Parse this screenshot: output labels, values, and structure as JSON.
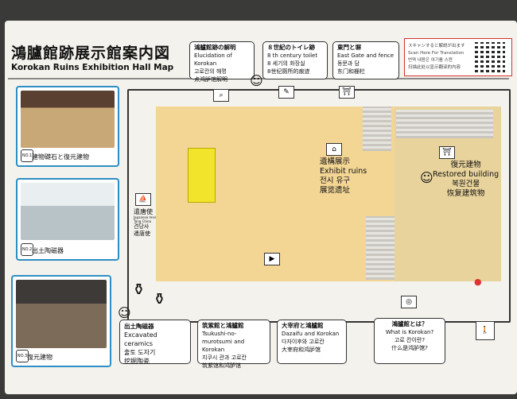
{
  "title_jp": "鴻臚館跡展示館案内図",
  "title_en": "Korokan Ruins Exhibition Hall Map",
  "top_panels": [
    {
      "jp": "鴻臚館跡の解明",
      "en": "Elucidation of Korokan",
      "ko": "고로칸의 해명",
      "zh": "点鸿胪馆解明"
    },
    {
      "jp": "８世紀のトイレ跡",
      "en": "8 th century toilet",
      "ko": "8 세기의 화장실",
      "zh": "8世纪厕所的痕迹"
    },
    {
      "jp": "東門と塀",
      "en": "East Gate and fence",
      "ko": "동문과 담",
      "zh": "东门和栅栏"
    }
  ],
  "qr_panel": {
    "line1": "スキャンすると解説が出ます",
    "line2": "Scan Here For Translation",
    "line3": "번역 내용은 여기를 스캔",
    "line4": "扫描此处以显示翻译的内容"
  },
  "photos": [
    {
      "caption": "建物礎石と復元建物",
      "badge": "NO.1"
    },
    {
      "caption": "出土陶磁器",
      "badge": "NO.2"
    },
    {
      "caption": "復元建物",
      "badge": "NO.3"
    }
  ],
  "envoy_label": {
    "jp": "遣唐使",
    "en": "Japanese missions to Tang China",
    "ko": "견당사",
    "zh": "遣唐使"
  },
  "ruins_label": {
    "jp": "遺構展示",
    "en": "Exhibit ruins",
    "ko": "전시 유구",
    "zh": "展览遗址"
  },
  "restored_label": {
    "jp": "復元建物",
    "en": "Restored building",
    "ko": "복원건물",
    "zh": "恢复建筑物"
  },
  "bottom_panels": [
    {
      "jp": "出土陶磁器",
      "en": "Excavated ceramics",
      "ko": "출토 도자기",
      "zh": "挖掘陶瓷"
    },
    {
      "jp": "筑紫館と鴻臚館",
      "en": "Tsukushi-no-murotsumi and Korokan",
      "ko": "지쿠시 관과 고로칸",
      "zh": "筑紫馆和鸿胪馆"
    },
    {
      "jp": "大宰府と鴻臚館",
      "en": "Dazaifu and Korokan",
      "ko": "다자이후와 고로칸",
      "zh": "大宰府和鸿胪馆"
    },
    {
      "jp": "鴻臚館とは？",
      "en": "What is Korokan?",
      "ko": "고로 칸이란?",
      "zh": "什么是鸿胪馆?"
    }
  ],
  "colors": {
    "floor": "#f3d594",
    "restored": "#e8d39c",
    "highlight": "#f1e42a",
    "accent": "#2c8ec4"
  }
}
